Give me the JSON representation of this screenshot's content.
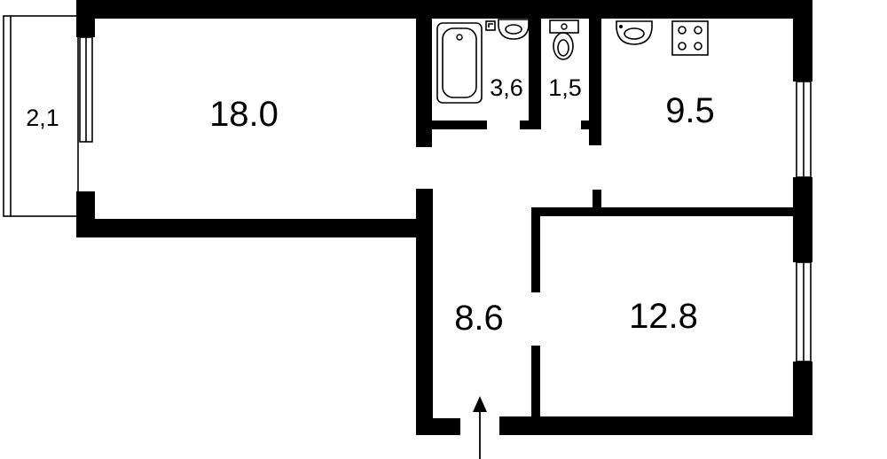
{
  "rooms": [
    {
      "id": "living",
      "area": "18.0"
    },
    {
      "id": "bathroom",
      "area": "3,6"
    },
    {
      "id": "toilet",
      "area": "1,5"
    },
    {
      "id": "kitchen",
      "area": "9.5"
    },
    {
      "id": "hallway",
      "area": "8.6"
    },
    {
      "id": "bedroom",
      "area": "12.8"
    },
    {
      "id": "balcony",
      "area": "2,1"
    }
  ],
  "fixtures": [
    "bathtub-icon",
    "washbasin-icon",
    "boiler-icon",
    "toilet-icon",
    "kitchen-sink-icon",
    "stove-icon",
    "entrance-arrow-icon"
  ]
}
